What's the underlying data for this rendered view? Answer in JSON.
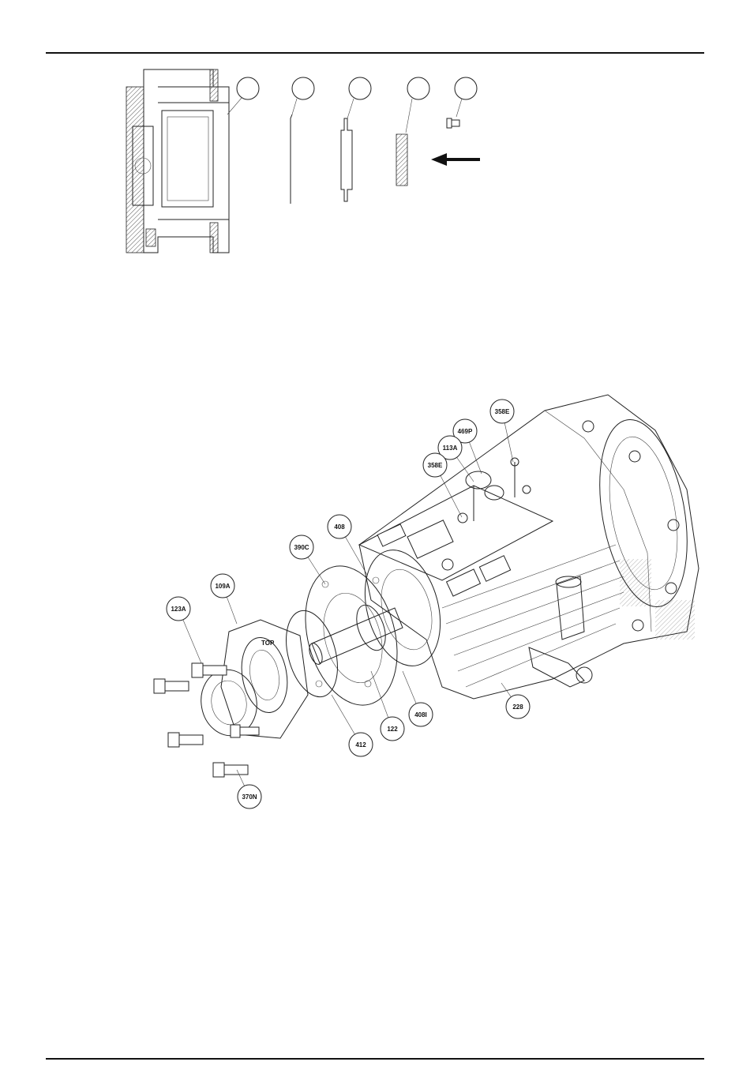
{
  "page": {
    "title": "",
    "top_rule": true,
    "bottom_rule": true
  },
  "section_figure": {
    "callout_count": 5,
    "arrow_direction": "left"
  },
  "exploded_figure": {
    "callouts": [
      {
        "id": "358e_top",
        "label": "358E"
      },
      {
        "id": "469p",
        "label": "469P"
      },
      {
        "id": "113a",
        "label": "113A"
      },
      {
        "id": "358e_mid",
        "label": "358E"
      },
      {
        "id": "408",
        "label": "408"
      },
      {
        "id": "390c",
        "label": "390C"
      },
      {
        "id": "109a",
        "label": "109A"
      },
      {
        "id": "123a",
        "label": "123A"
      },
      {
        "id": "412",
        "label": "412"
      },
      {
        "id": "122",
        "label": "122"
      },
      {
        "id": "408i",
        "label": "408I"
      },
      {
        "id": "228",
        "label": "228"
      },
      {
        "id": "370n",
        "label": "370N"
      }
    ],
    "flange_mark": "TOP"
  }
}
